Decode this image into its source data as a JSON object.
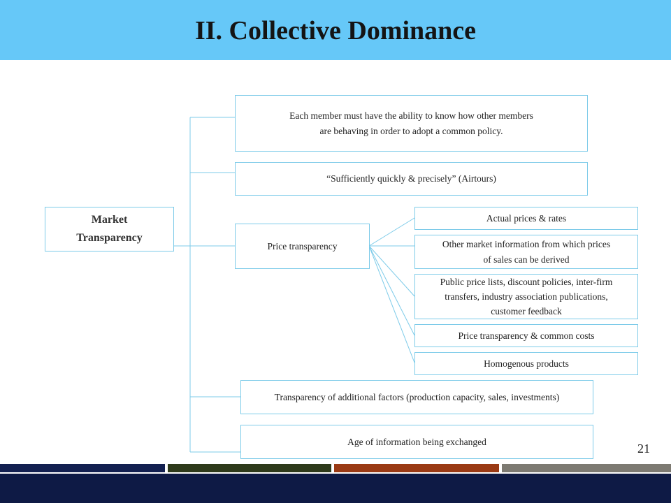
{
  "slide": {
    "title": "II. Collective Dominance",
    "page_number": "21"
  },
  "diagram": {
    "root": {
      "line1": "Market",
      "line2": "Transparency"
    },
    "nodes": {
      "ability": {
        "line1": "Each member must have the ability to know how other members",
        "line2": "are behaving in order to adopt a common policy."
      },
      "sufficiently": "“Sufficiently quickly & precisely” (Airtours)",
      "price_transparency": "Price transparency",
      "actual_prices": "Actual prices & rates",
      "other_market_info": {
        "line1": "Other market information from which prices",
        "line2": "of sales can be derived"
      },
      "public_price_lists": {
        "line1": "Public price lists, discount policies, inter-firm",
        "line2": "transfers, industry association publications,",
        "line3": "customer feedback"
      },
      "common_costs": "Price transparency & common costs",
      "homogenous": "Homogenous products",
      "additional_factors": "Transparency of additional factors (production capacity, sales, investments)",
      "age_of_information": "Age of information being exchanged"
    }
  },
  "colors": {
    "header": "#66c8f8",
    "box_border": "#7dcbe9",
    "connector": "#7dcbe9",
    "footer": "#0e1a45",
    "stripes": [
      "#132050",
      "#2e3a1a",
      "#9a3a14",
      "#7d7a72"
    ]
  }
}
